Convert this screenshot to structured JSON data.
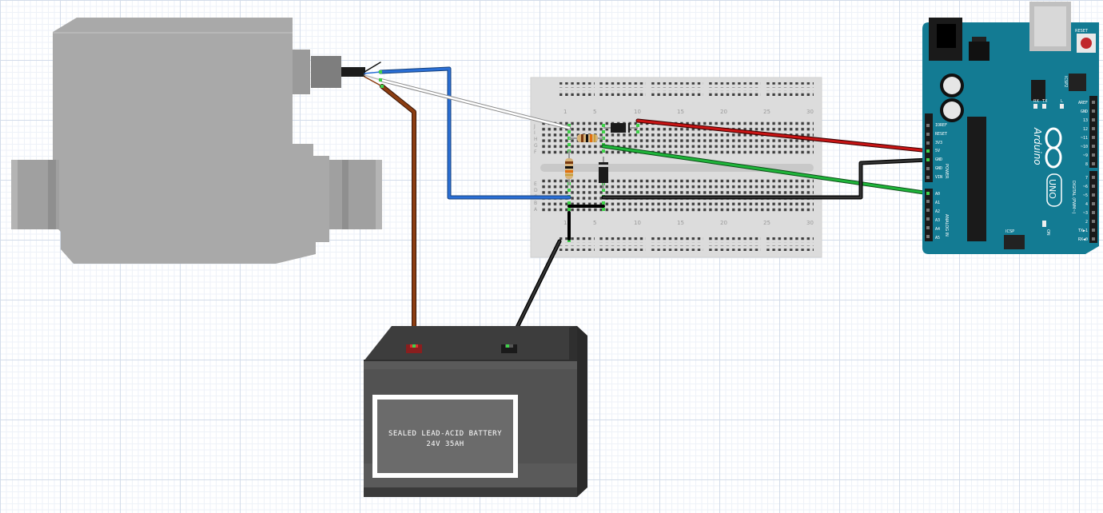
{
  "battery": {
    "line1": "SEALED LEAD-ACID BATTERY",
    "line2": "24V 35AH"
  },
  "breadboard": {
    "col_numbers": [
      "1",
      "5",
      "10",
      "15",
      "20",
      "25",
      "30"
    ],
    "row_letters_top": [
      "J",
      "I",
      "H",
      "G",
      "F"
    ],
    "row_letters_bottom": [
      "E",
      "D",
      "C",
      "B",
      "A"
    ]
  },
  "arduino": {
    "brand": "Arduino",
    "model": "UNO",
    "reset_label": "RESET",
    "icsp2_label": "ICSP2",
    "icsp_label": "ICSP",
    "tx_label": "TX",
    "rx_label": "RX",
    "l_label": "L",
    "on_label": "ON",
    "digital_label": "DIGITAL (PWM~)",
    "power_label": "POWER",
    "analog_label": "ANALOG IN",
    "power_pins": [
      "IOREF",
      "RESET",
      "3V3",
      "5V",
      "GND",
      "GND",
      "VIN"
    ],
    "analog_pins": [
      "A0",
      "A1",
      "A2",
      "A3",
      "A4",
      "A5"
    ],
    "digital_pins_top": [
      "AREF",
      "GND",
      "13",
      "12",
      "~11",
      "~10",
      "~9",
      "8"
    ],
    "digital_pins_bottom": [
      "7",
      "~6",
      "~5",
      "4",
      "~3",
      "2",
      "TX▶1",
      "RX◀0"
    ]
  },
  "colors": {
    "wire_red": "#c81414",
    "wire_green": "#1fb53a",
    "wire_black": "#1e1e1e",
    "wire_blue": "#2a6fd6",
    "wire_brown": "#8b3d12",
    "board_teal": "#137b93"
  }
}
